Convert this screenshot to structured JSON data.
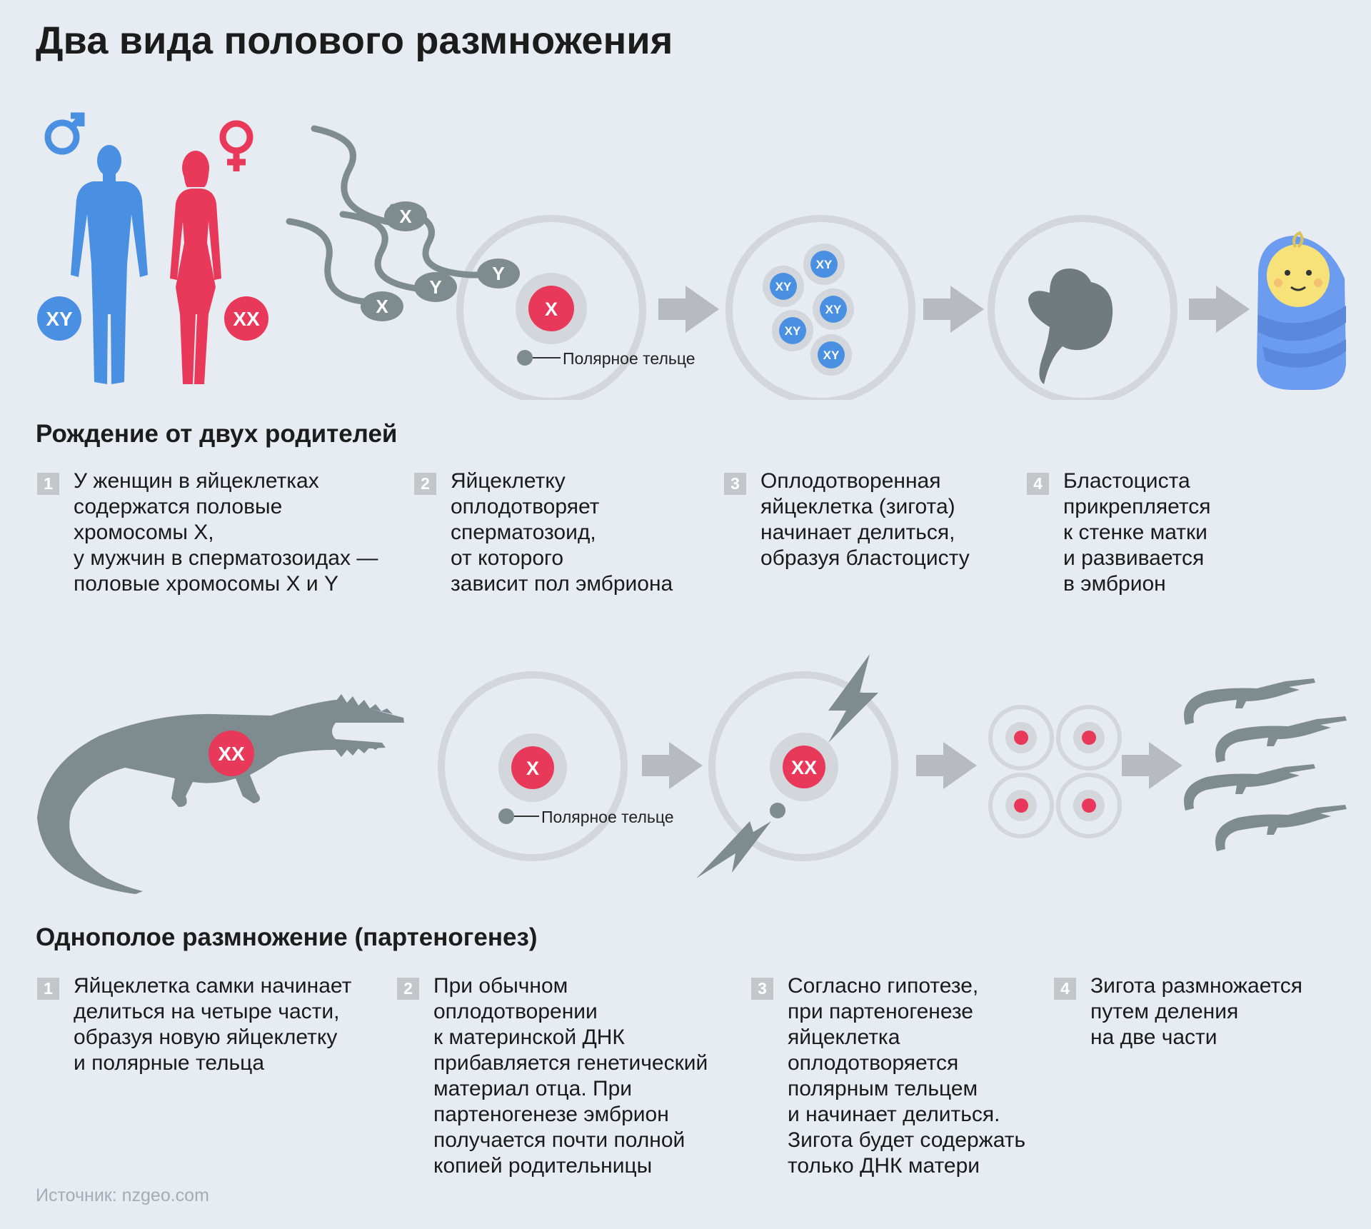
{
  "title": "Два вида полового размножения",
  "labels": {
    "xy": "XY",
    "xx": "XX",
    "x": "X",
    "y": "Y",
    "polar_body": "Полярное тельце"
  },
  "section1": {
    "heading": "Рождение от двух родителей",
    "steps": [
      {
        "num": "1",
        "text": "У женщин в яйцеклетках\nсодержатся половые\nхромосомы X,\nу мужчин в сперматозоидах —\nполовые хромосомы X и Y"
      },
      {
        "num": "2",
        "text": "Яйцеклетку\nоплодотворяет\nсперматозоид,\nот которого\nзависит пол эмбриона"
      },
      {
        "num": "3",
        "text": "Оплодотворенная\nяйцеклетка (зигота)\nначинает делиться,\nобразуя бластоцисту"
      },
      {
        "num": "4",
        "text": "Бластоциста\nприкрепляется\nк стенке матки\nи развивается\nв эмбрион"
      }
    ]
  },
  "section2": {
    "heading": "Однополое размножение (партеногенез)",
    "steps": [
      {
        "num": "1",
        "text": "Яйцеклетка самки начинает\nделиться на четыре части,\nобразуя новую яйцеклетку\nи полярные тельца"
      },
      {
        "num": "2",
        "text": "При обычном\nоплодотворении\nк материнской ДНК\nприбавляется генетический\nматериал отца. При\nпартеногенезе эмбрион\nполучается почти полной\nкопией родительницы"
      },
      {
        "num": "3",
        "text": "Согласно гипотезе,\nпри партеногенезе\nяйцеклетка\nоплодотворяется\nполярным тельцем\nи начинает делиться.\nЗигота будет содержать\nтолько ДНК матери"
      },
      {
        "num": "4",
        "text": "Зигота  размножается\nпутем деления\nна две части"
      }
    ]
  },
  "source": "Источник: nzgeo.com",
  "colors": {
    "male_blue": "#4a90e2",
    "female_red": "#e9395a",
    "gray": "#7e8c90",
    "arrow": "#b7bbc0",
    "ring": "#d3d6db",
    "background": "#e7ebf2"
  }
}
